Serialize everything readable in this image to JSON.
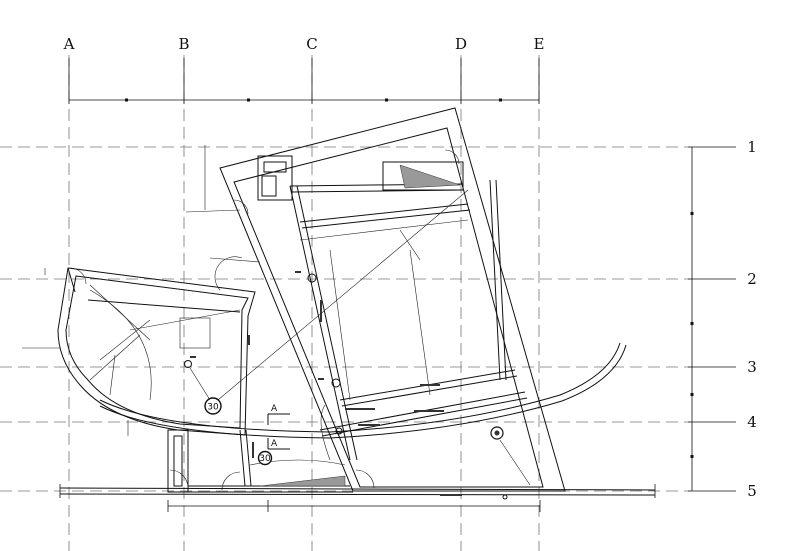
{
  "grid": {
    "columns": [
      "A",
      "B",
      "C",
      "D",
      "E"
    ],
    "rows": [
      "1",
      "2",
      "3",
      "4",
      "5"
    ]
  },
  "section_marks": [
    "A",
    "A"
  ],
  "circle_tags": [
    "30",
    "30"
  ],
  "colors": {
    "ink": "#111111",
    "grid": "#777777",
    "hatch": "#999999"
  }
}
